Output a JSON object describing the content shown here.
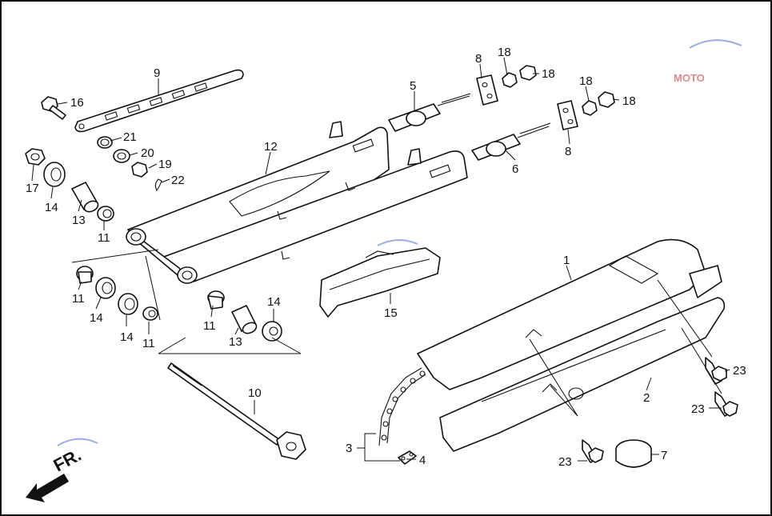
{
  "diagram": {
    "callouts": {
      "c1": "1",
      "c2": "2",
      "c3": "3",
      "c4": "4",
      "c5": "5",
      "c6": "6",
      "c7": "7",
      "c8a": "8",
      "c8b": "8",
      "c9": "9",
      "c10": "10",
      "c11a": "11",
      "c11b": "11",
      "c11c": "11",
      "c11d": "11",
      "c12": "12",
      "c13a": "13",
      "c13b": "13",
      "c14a": "14",
      "c14b": "14",
      "c14c": "14",
      "c14d": "14",
      "c15": "15",
      "c16": "16",
      "c17": "17",
      "c18a": "18",
      "c18b": "18",
      "c18c": "18",
      "c18d": "18",
      "c19": "19",
      "c20": "20",
      "c21": "21",
      "c22": "22",
      "c23a": "23",
      "c23b": "23",
      "c23c": "23"
    },
    "direction_label": "FR.",
    "watermark": "MOTO",
    "colors": {
      "line": "#111111",
      "watermark": "#d24a4a",
      "background": "#ffffff"
    }
  }
}
